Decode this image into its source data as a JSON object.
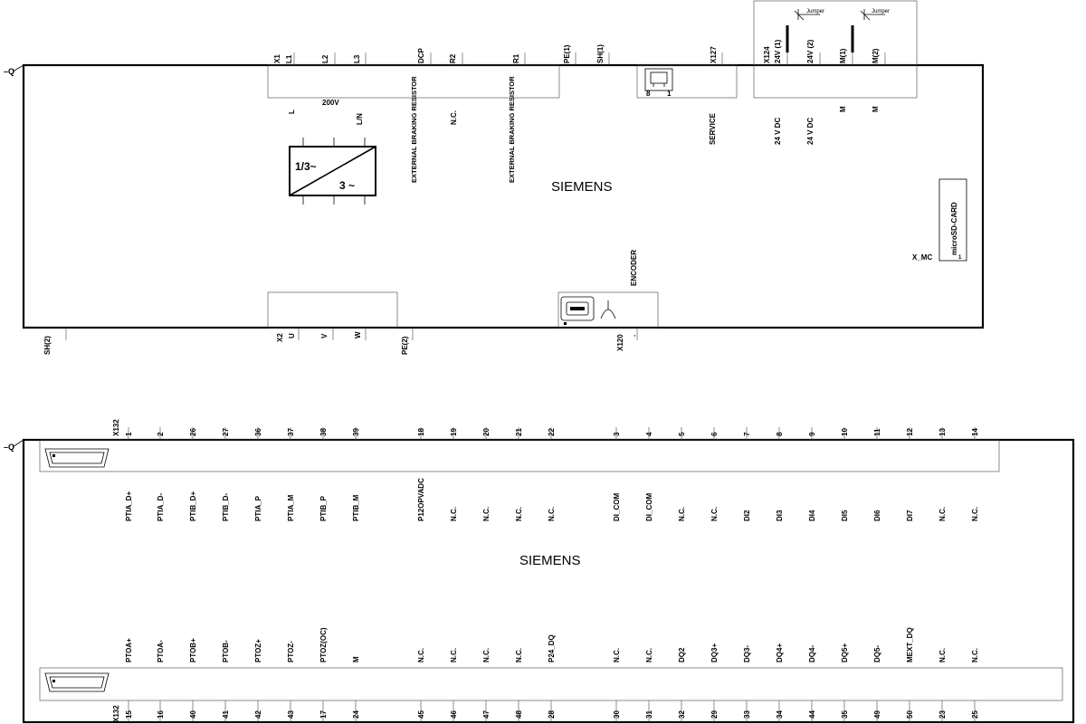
{
  "upper": {
    "q_label": "–Q",
    "brand": "SIEMENS",
    "voltage": "200V",
    "converter_in": "1/3~",
    "converter_out": "3 ~",
    "top_terminals": [
      "X1",
      "L1",
      "L2",
      "L3",
      "DCP",
      "R2",
      "R1",
      "PE(1)",
      "SH(1)",
      "X127",
      "X124",
      "24V (1)",
      "24V (2)",
      "M(1)",
      "M(2)"
    ],
    "top_descriptions": [
      "L",
      "L/N",
      "EXTERNAL BRAKING RESISTOR",
      "N.C.",
      "EXTERNAL BRAKING RESISTOR",
      "SERVICE",
      "24 V DC",
      "24 V DC",
      "M",
      "M"
    ],
    "ethernet_pins": [
      "8",
      "1"
    ],
    "jumper": "Jumper",
    "bottom_terminals": [
      "SH(2)",
      "X2",
      "U",
      "V",
      "W",
      "PE(2)",
      "X120",
      "."
    ],
    "encoder_label": "ENCODER",
    "microsd_label": "microSD-CARD",
    "microsd_mark": "1",
    "x_mc_label": "X_MC"
  },
  "lower": {
    "q_label": "–Q",
    "brand": "SIEMENS",
    "connector_name": "X132",
    "top_pins": [
      "1",
      "2",
      "26",
      "27",
      "36",
      "37",
      "38",
      "39",
      "18",
      "19",
      "20",
      "21",
      "22",
      "3",
      "4",
      "5",
      "6",
      "7",
      "8",
      "9",
      "10",
      "11",
      "12",
      "13",
      "14"
    ],
    "top_signals": [
      "PTIA_D+",
      "PTIA_D-",
      "PTIB_D+",
      "PTIB_D-",
      "PTIA_P",
      "PTIA_M",
      "PTIB_P",
      "PTIB_M",
      "P12OPVADC",
      "N.C.",
      "N.C.",
      "N.C.",
      "N.C.",
      "DI_COM",
      "DI_COM",
      "N.C.",
      "N.C.",
      "DI2",
      "DI3",
      "DI4",
      "DI5",
      "DI6",
      "DI7",
      "N.C.",
      "N.C."
    ],
    "bottom_pins": [
      "15",
      "16",
      "40",
      "41",
      "42",
      "43",
      "17",
      "24",
      "45",
      "46",
      "47",
      "48",
      "28",
      "30",
      "31",
      "32",
      "29",
      "33",
      "34",
      "44",
      "35",
      "49",
      "50",
      "23",
      "25"
    ],
    "bottom_signals": [
      "PTOA+",
      "PTOA-",
      "PTOB+",
      "PTOB-",
      "PTOZ+",
      "PTOZ-",
      "PTOZ(OC)",
      "M",
      "N.C.",
      "N.C.",
      "N.C.",
      "N.C.",
      "P24_DQ",
      "N.C.",
      "N.C.",
      "DQ2",
      "DQ3+",
      "DQ3-",
      "DQ4+",
      "DQ4-",
      "DQ5+",
      "DQ5-",
      "MEXT_DQ",
      "N.C.",
      "N.C."
    ]
  }
}
